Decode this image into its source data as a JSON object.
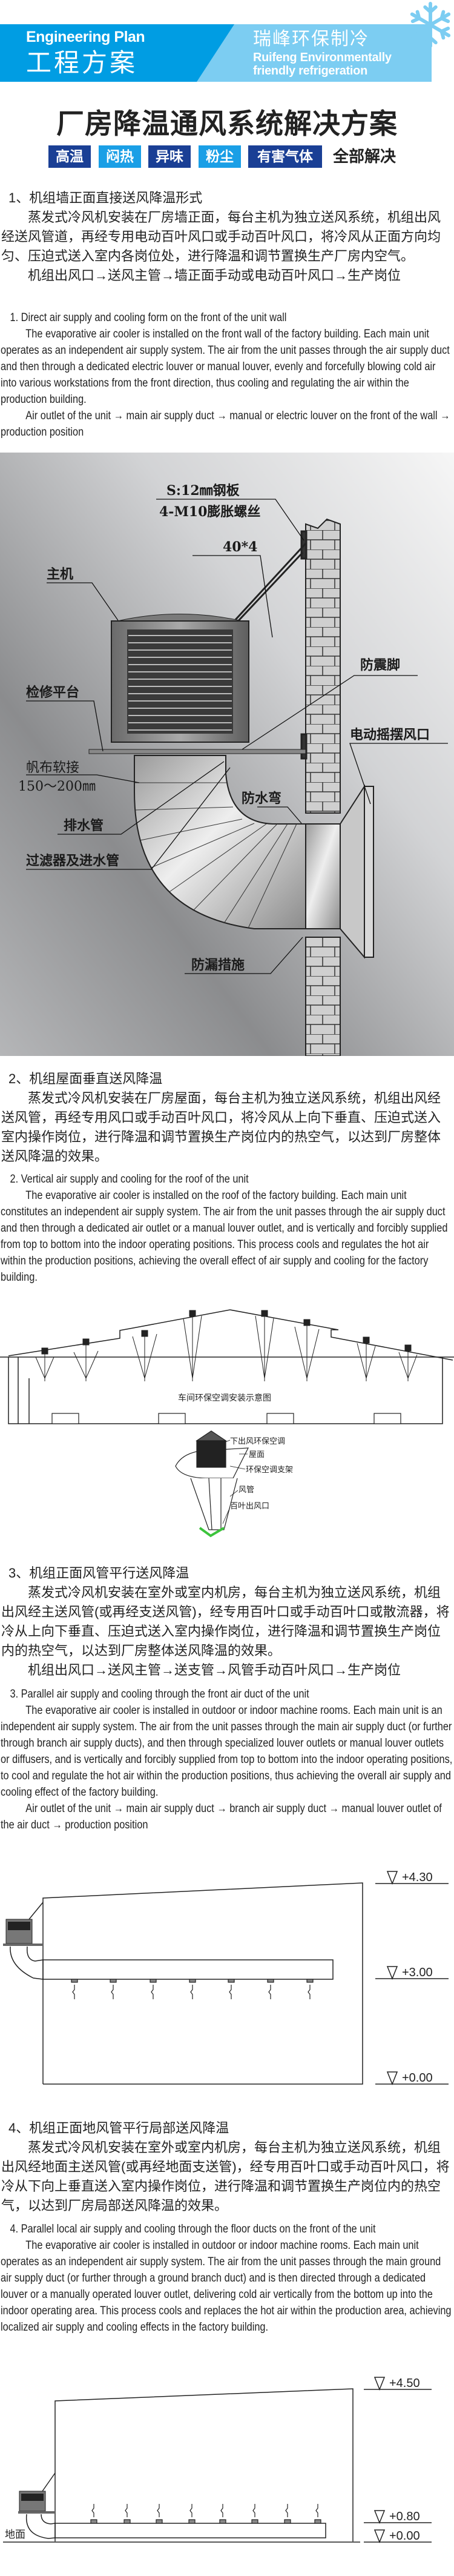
{
  "header": {
    "engineering_plan": "Engineering Plan",
    "engineering_plan_cn": "工程方案",
    "brand_cn": "瑞峰环保制冷",
    "brand_en_line1": "Ruifeng Environmentally",
    "brand_en_line2": "friendly refrigeration",
    "logo_icon": "snowflake-icon"
  },
  "title": "厂房降温通风系统解决方案",
  "tags": [
    "高温",
    "闷热",
    "异味",
    "粉尘",
    "有害气体"
  ],
  "tags_suffix": "全部解决",
  "colors": {
    "brand_blue": "#009de3",
    "light_blue": "#7ccdf2",
    "tag_dark": "#1a3f95",
    "tag_light": "#1a9fe6"
  },
  "sections": [
    {
      "cn_heading": "1、机组墙正面直接送风降温形式",
      "cn_body": "蒸发式冷风机安装在厂房墙正面，每台主机为独立送风系统，机组出风经送风管道，再经专用电动百叶风口或手动百叶风口，将冷风从正面方向均匀、压迫式送入室内各岗位处，进行降温和调节置换生产厂房内空气。",
      "cn_flow": "机组出风口→送风主管→墙正面手动或电动百叶风口→生产岗位",
      "en_heading": "1. Direct air supply and cooling form on the front of the unit wall",
      "en_body": "The evaporative air cooler is installed on the front wall of the factory building. Each main unit operates as an independent air supply system. The air from the unit passes through the air supply duct and then through a dedicated electric louver or manual louver, evenly and forcefully blowing cold air into various workstations from the front direction, thus cooling and regulating the air within the production building.",
      "en_flow": "Air outlet of the unit → main air supply duct → manual or electric louver on the front of the wall → production position"
    },
    {
      "cn_heading": "2、机组屋面垂直送风降温",
      "cn_body": "蒸发式冷风机安装在厂房屋面，每台主机为独立送风系统，机组出风经送风管，再经专用风口或手动百叶风口，将冷风从上向下垂直、压迫式送入室内操作岗位，进行降温和调节置换生产岗位内的热空气，以达到厂房整体送风降温的效果。",
      "en_heading": "2. Vertical air supply and cooling for the roof of the unit",
      "en_body": "The evaporative air cooler is installed on the roof of the factory building. Each main unit constitutes an independent air supply system. The air from the unit passes through the air supply duct and then through a dedicated air outlet or a manual louver outlet, and is vertically and forcibly supplied from top to bottom into the indoor operating positions. This process cools and regulates the hot air within the production positions, achieving the overall effect of air supply and cooling for the factory building."
    },
    {
      "cn_heading": "3、机组正面风管平行送风降温",
      "cn_body": "蒸发式冷风机安装在室外或室内机房，每台主机为独立送风系统，机组出风经主送风管(或再经支送风管)，经专用百叶口或手动百叶口或散流器，将冷从上向下垂直、压迫式送入室内操作岗位，进行降温和调节置换生产岗位内的热空气，以达到厂房整体送风降温的效果。",
      "cn_flow": "机组出风口→送风主管→送支管→风管手动百叶风口→生产岗位",
      "en_heading": "3. Parallel air supply and cooling through the front air duct of the unit",
      "en_body": "The evaporative air cooler is installed in outdoor or indoor machine rooms. Each main unit is an independent air supply system. The air from the unit passes through the main air supply duct (or further through branch air supply ducts), and then through specialized louver outlets or manual louver outlets or diffusers, and is vertically and forcibly supplied from top to bottom into the indoor operating positions, to cool and regulate the hot air within the production positions, thus achieving the overall air supply and cooling effect of the factory building.",
      "en_flow": "Air outlet of the unit → main air supply duct → branch air supply duct → manual louver outlet of the air duct → production position"
    },
    {
      "cn_heading": "4、机组正面地风管平行局部送风降温",
      "cn_body": "蒸发式冷风机安装在室外或室内机房，每台主机为独立送风系统，机组出风经地面主送风管(或再经地面支送管)，经专用百叶口或手动百叶风口，将冷从下向上垂直送入室内操作岗位，进行降温和调节置换生产岗位内的热空气，以达到厂房局部送风降温的效果。",
      "en_heading": "4. Parallel local air supply and cooling through the floor ducts on the front of the unit",
      "en_body": "The evaporative air cooler is installed in outdoor or indoor machine rooms. Each main unit operates as an independent air supply system. The air from the unit passes through the main ground air supply duct (or further through a ground branch duct) and is then directed through a dedicated louver or a manually operated louver outlet, delivering cold air vertically from the bottom up into the indoor operating area. This process cools and replaces the hot air within the production area, achieving localized air supply and cooling effects in the factory building."
    }
  ],
  "diagram1": {
    "steel_plate": "S:12㎜钢板",
    "bolts": "4-M10膨胀螺丝",
    "angle": "40*4",
    "main_unit": "主机",
    "platform": "检修平台",
    "anti_vibration": "防震脚",
    "swing_outlet": "电动摇摆风口",
    "canvas_joint": "帆布软接",
    "canvas_size": "150～200㎜",
    "waterproof_bend": "防水弯",
    "drain_pipe": "排水管",
    "filter_inlet": "过滤器及进水管",
    "leak_prevention": "防漏措施"
  },
  "diagram2": {
    "caption": "车间环保空调安装示意图",
    "unit": "下出风环保空调",
    "roof": "屋面",
    "bracket": "环保空调支架",
    "duct": "风管",
    "louver": "百叶出风口"
  },
  "diagram3": {
    "elevations": [
      "+4.30",
      "+3.00",
      "+0.00"
    ]
  },
  "diagram4": {
    "elevations": [
      "+4.50",
      "+0.80",
      "+0.00"
    ],
    "ground": "地面"
  }
}
